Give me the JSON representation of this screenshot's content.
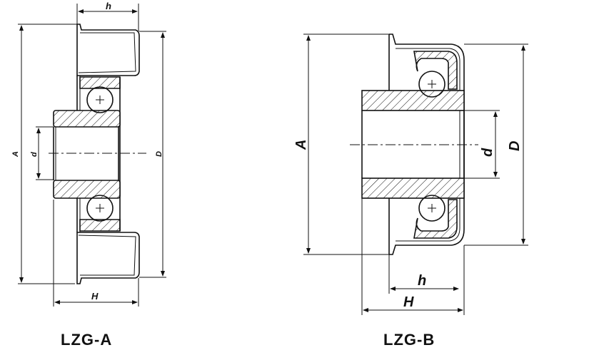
{
  "diagrams": [
    {
      "caption": "LZG-A",
      "labels": {
        "A": "A",
        "D": "D",
        "d": "d",
        "h": "h",
        "H": "H"
      }
    },
    {
      "caption": "LZG-B",
      "labels": {
        "A": "A",
        "D": "D",
        "d": "d",
        "h": "h",
        "H": "H"
      }
    }
  ]
}
